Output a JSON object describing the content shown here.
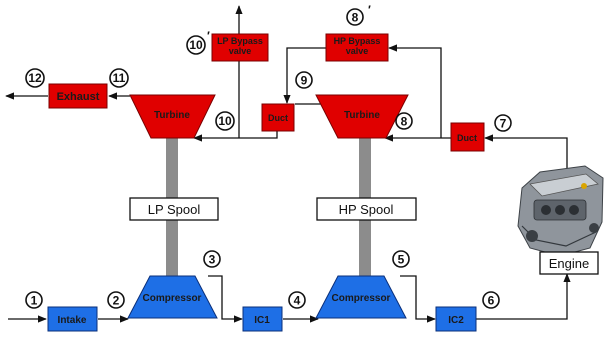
{
  "components": {
    "lp_bypass_valve": "LP Bypass\nvalve",
    "hp_bypass_valve": "HP Bypass\nvalve",
    "exhaust": "Exhaust",
    "lp_turbine": "Turbine",
    "hp_turbine": "Turbine",
    "duct_lp": "Duct",
    "duct_hp": "Duct",
    "lp_spool": "LP Spool",
    "hp_spool": "HP Spool",
    "lp_compressor": "Compressor",
    "hp_compressor": "Compressor",
    "intake": "Intake",
    "ic1": "IC1",
    "ic2": "IC2",
    "engine": "Engine"
  },
  "stations": {
    "s1": "1",
    "s2": "2",
    "s3": "3",
    "s4": "4",
    "s5": "5",
    "s6": "6",
    "s7": "7",
    "s8": "8",
    "s8p": "8",
    "s9": "9",
    "s10": "10",
    "s10p": "10",
    "s11": "11",
    "s12": "12"
  },
  "prime_mark": "′",
  "colors": {
    "red_component": "#e00000",
    "blue_component": "#1e6fe6",
    "spool_shaft": "#8c8c8c"
  }
}
